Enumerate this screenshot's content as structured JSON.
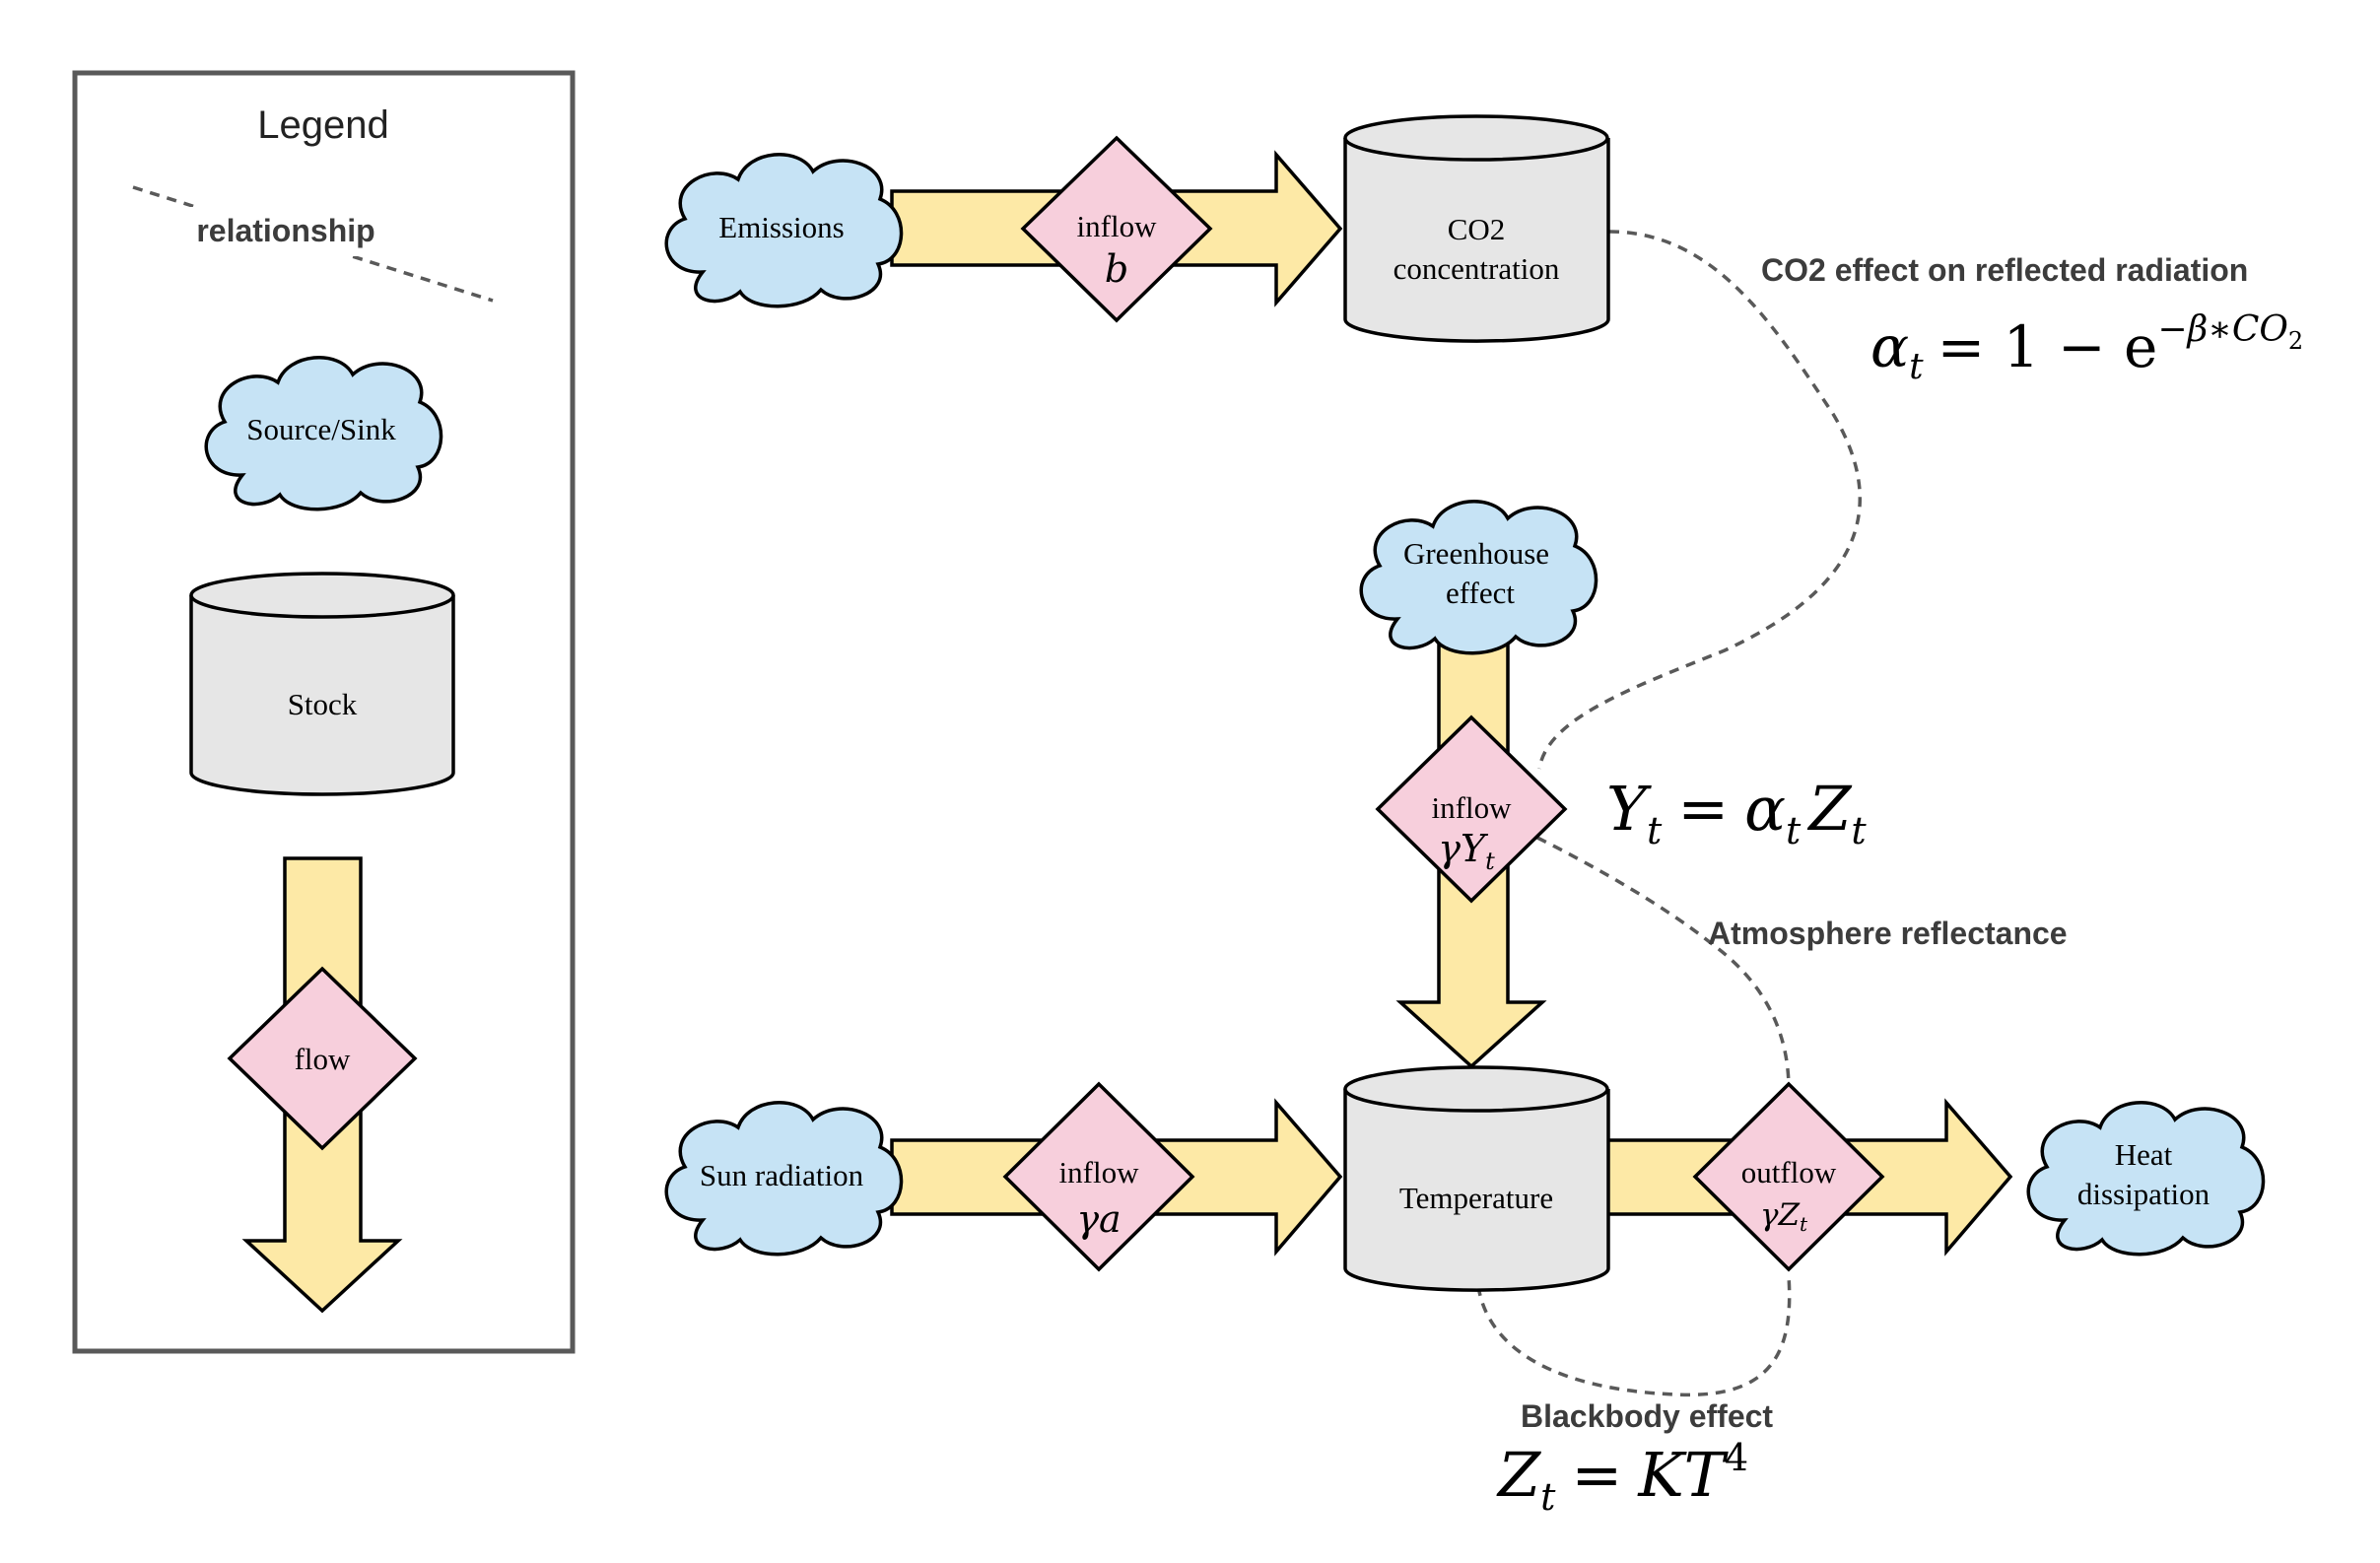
{
  "colors": {
    "cloud_fill": "#c6e3f5",
    "stock_fill": "#e6e6e6",
    "flow_fill": "#fde9a6",
    "diamond_fill": "#f7cfdc",
    "outline": "#000000",
    "legend_border": "#595959",
    "relationship_line": "#595959",
    "label_text": "#3c3c3c"
  },
  "legend": {
    "title": "Legend",
    "relationship_label": "relationship",
    "source_sink_label": "Source/Sink",
    "stock_label": "Stock",
    "flow_label": "flow"
  },
  "nodes": {
    "emissions": "Emissions",
    "co2_stock_line1": "CO2",
    "co2_stock_line2": "concentration",
    "greenhouse_line1": "Greenhouse",
    "greenhouse_line2": "effect",
    "sun_radiation": "Sun radiation",
    "temperature": "Temperature",
    "heat_line1": "Heat",
    "heat_line2": "dissipation"
  },
  "flows": {
    "emissions_inflow": {
      "label": "inflow",
      "rate": "b"
    },
    "greenhouse_inflow": {
      "label": "inflow",
      "rate_base": "γY",
      "rate_sub": "t"
    },
    "sun_inflow": {
      "label": "inflow",
      "rate": "γa"
    },
    "heat_outflow": {
      "label": "outflow",
      "rate_base": "γZ",
      "rate_sub": "t"
    }
  },
  "relationships": {
    "co2_effect": {
      "label": "CO2 effect on reflected radiation",
      "lhs": "α",
      "lhs_sub": "t",
      "rhs": "= 1 − e",
      "exp": "−β∗CO",
      "exp_sub": "2"
    },
    "atmosphere_reflectance": {
      "label": "Atmosphere reflectance",
      "lhs": "Y",
      "lhs_sub": "t",
      "eq": "=",
      "a": "α",
      "a_sub": "t",
      "z": "Z",
      "z_sub": "t"
    },
    "blackbody": {
      "label": "Blackbody effect",
      "lhs": "Z",
      "lhs_sub": "t",
      "eq": "=",
      "rhs": "KT",
      "sup": "4"
    }
  }
}
